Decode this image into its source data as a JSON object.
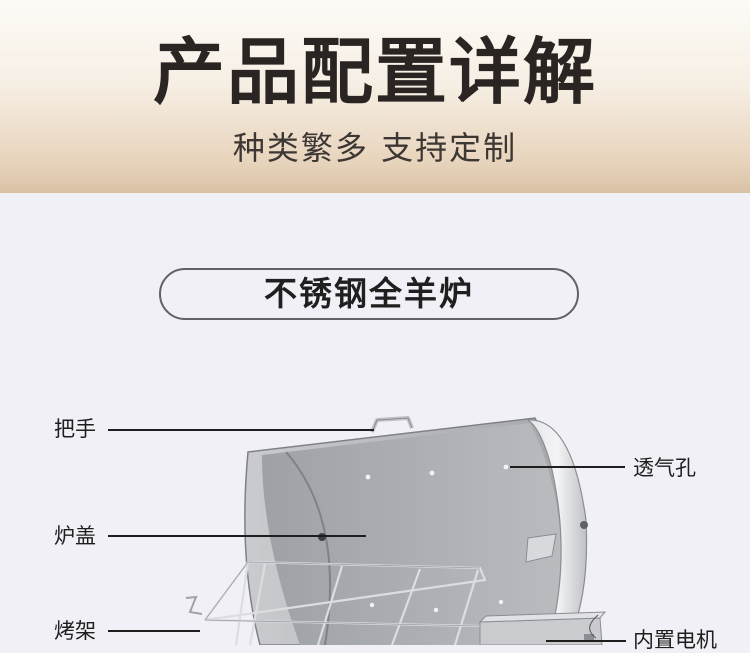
{
  "header": {
    "title": "产品配置详解",
    "subtitle": "种类繁多 支持定制"
  },
  "product": {
    "name": "不锈钢全羊炉"
  },
  "callouts": {
    "handle": "把手",
    "vent": "透气孔",
    "lid": "炉盖",
    "rack": "烤架",
    "motor": "内置电机"
  },
  "colors": {
    "header_top": "#fdfbf7",
    "header_bottom": "#d9c1a4",
    "page_background": "#f1f0f6",
    "steel_light": "#d4d6da",
    "steel_dark": "#8e9196"
  }
}
